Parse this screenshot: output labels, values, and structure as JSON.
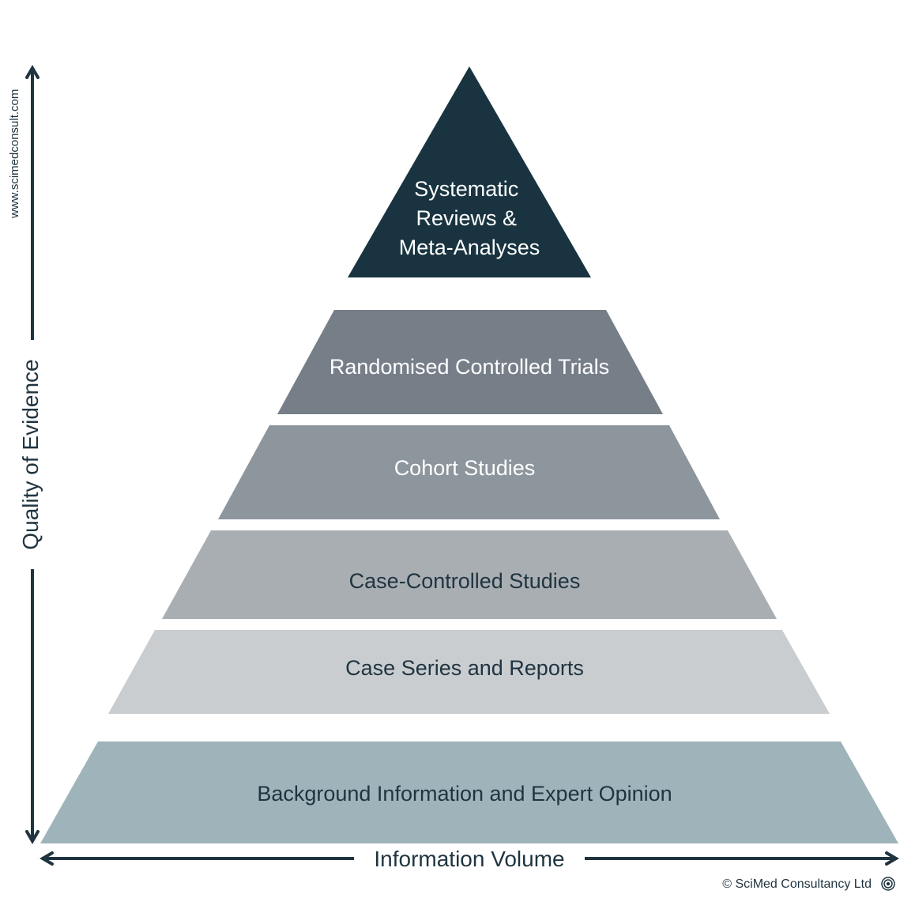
{
  "website": "www.scimedconsult.com",
  "y_axis_label": "Quality of Evidence",
  "x_axis_label": "Information Volume",
  "copyright": "© SciMed Consultancy Ltd",
  "logo_icon": "scimed-logo-icon",
  "colors": {
    "axis": "#1f3440",
    "dark_text": "#1f3440",
    "light_text": "#ffffff"
  },
  "tiers": {
    "systematic": {
      "lines": [
        "Systematic",
        "Reviews &",
        "Meta-Analyses"
      ],
      "color": "#193440"
    },
    "rct": {
      "label": "Randomised Controlled Trials",
      "color": "#767f88"
    },
    "cohort": {
      "label": "Cohort Studies",
      "color": "#8d959d"
    },
    "case_controlled": {
      "label": "Case-Controlled Studies",
      "color": "#a9aeb2"
    },
    "case_series": {
      "label": "Case Series and Reports",
      "color": "#c9cdd0"
    },
    "background": {
      "label": "Background Information and Expert Opinion",
      "color": "#9fb4ba"
    }
  }
}
